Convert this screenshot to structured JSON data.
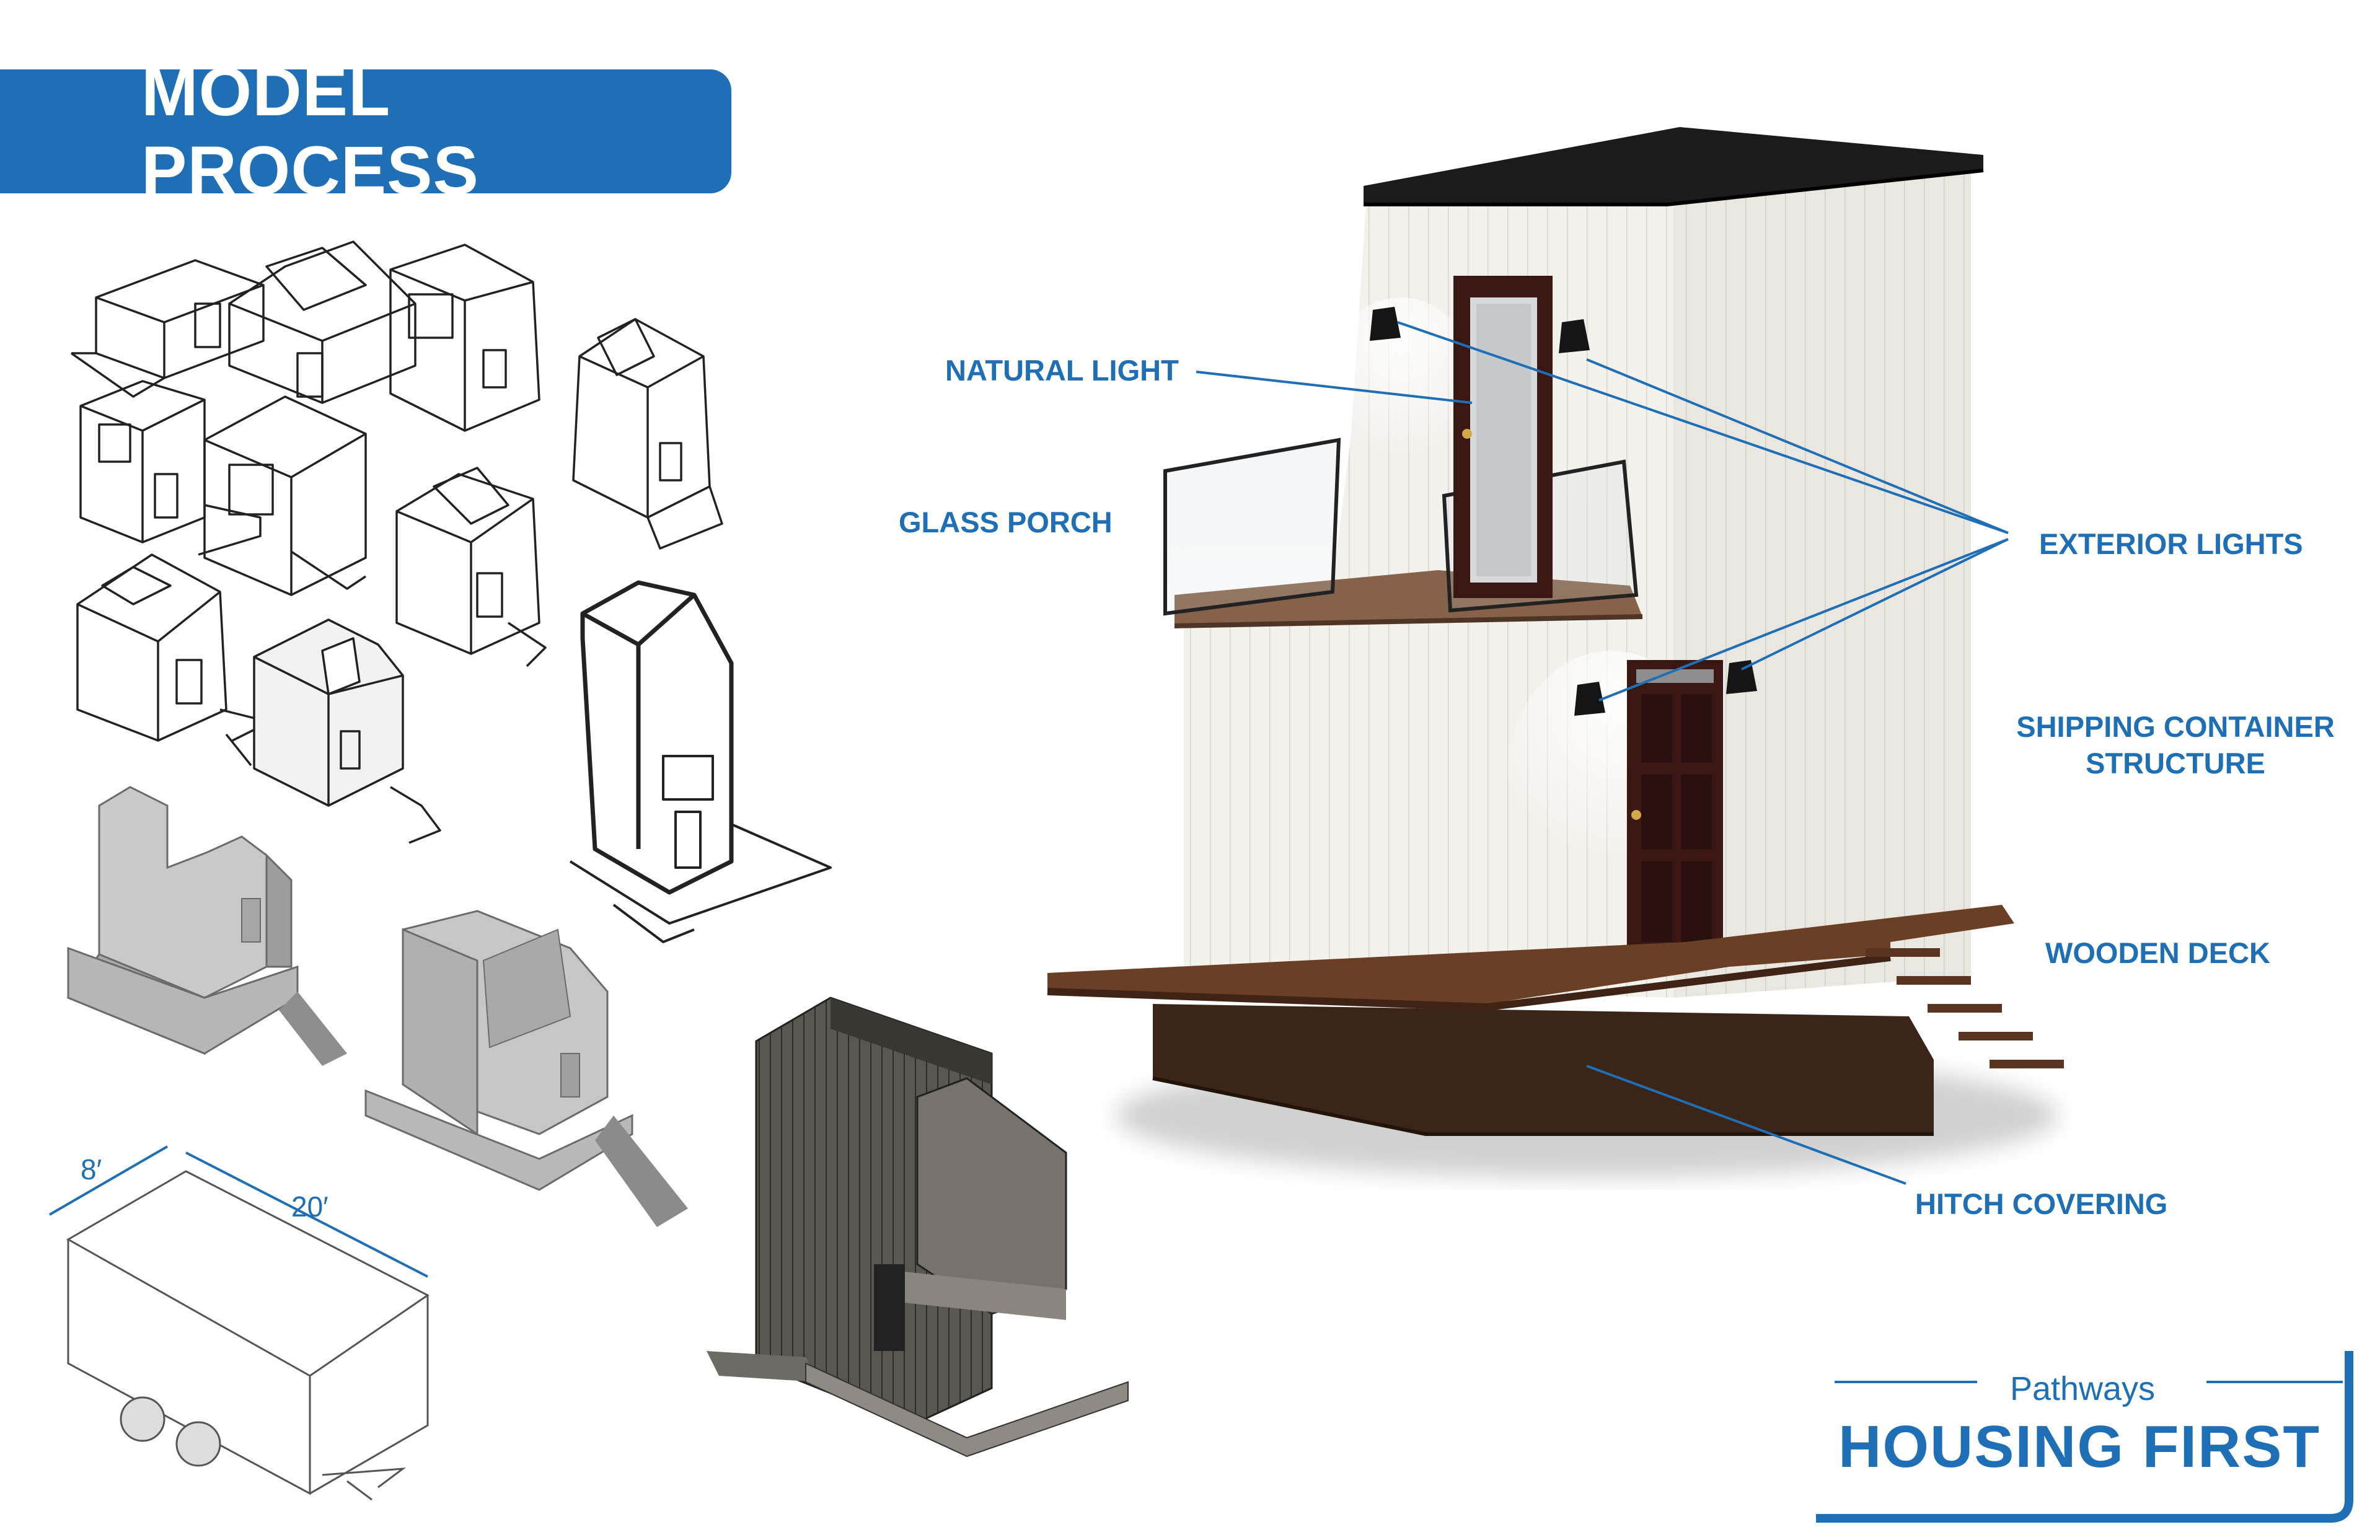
{
  "title": "MODEL PROCESS",
  "callouts": {
    "natural_light": "NATURAL LIGHT",
    "glass_porch": "GLASS PORCH",
    "exterior_lights": "EXTERIOR LIGHTS",
    "shipping_line1": "SHIPPING CONTAINER",
    "shipping_line2": "STRUCTURE",
    "wooden_deck": "WOODEN DECK",
    "hitch_covering": "HITCH COVERING"
  },
  "dimensions": {
    "width": "8′",
    "length": "20′"
  },
  "logo": {
    "small": "Pathways",
    "big": "HOUSING FIRST"
  },
  "colors": {
    "accent": "#1f6fb6",
    "siding": "#f1efeb",
    "roof": "#1b1b1b",
    "deck": "#6b3f26",
    "hitch": "#3b2418",
    "door": "#3a1712"
  }
}
